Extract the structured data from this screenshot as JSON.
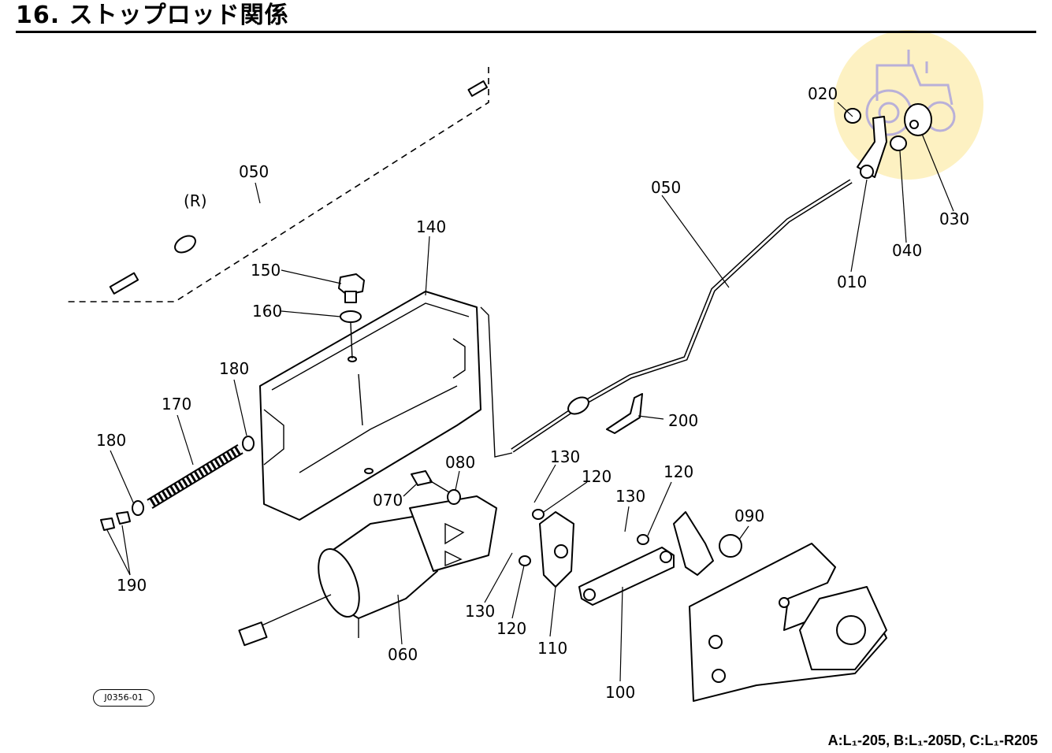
{
  "title": "16. ストップロッド関係",
  "reference_code": "J0356-01",
  "models": "A:L₁-205, B:L₁-205D, C:L₁-R205",
  "parts": [
    {
      "id": "010",
      "label": "010"
    },
    {
      "id": "020",
      "label": "020"
    },
    {
      "id": "030",
      "label": "030"
    },
    {
      "id": "040",
      "label": "040"
    },
    {
      "id": "050a",
      "label": "050"
    },
    {
      "id": "050b",
      "label": "050"
    },
    {
      "id": "060",
      "label": "060"
    },
    {
      "id": "070",
      "label": "070"
    },
    {
      "id": "080",
      "label": "080"
    },
    {
      "id": "090",
      "label": "090"
    },
    {
      "id": "100",
      "label": "100"
    },
    {
      "id": "110",
      "label": "110"
    },
    {
      "id": "120a",
      "label": "120"
    },
    {
      "id": "120b",
      "label": "120"
    },
    {
      "id": "120c",
      "label": "120"
    },
    {
      "id": "130a",
      "label": "130"
    },
    {
      "id": "130b",
      "label": "130"
    },
    {
      "id": "130c",
      "label": "130"
    },
    {
      "id": "140",
      "label": "140"
    },
    {
      "id": "150",
      "label": "150"
    },
    {
      "id": "160",
      "label": "160"
    },
    {
      "id": "170",
      "label": "170"
    },
    {
      "id": "180a",
      "label": "180"
    },
    {
      "id": "180b",
      "label": "180"
    },
    {
      "id": "190",
      "label": "190"
    },
    {
      "id": "200",
      "label": "200"
    }
  ],
  "side_marker": "(R)",
  "watermark_icon": "tractor-icon",
  "watermark_color": "#FAE178"
}
